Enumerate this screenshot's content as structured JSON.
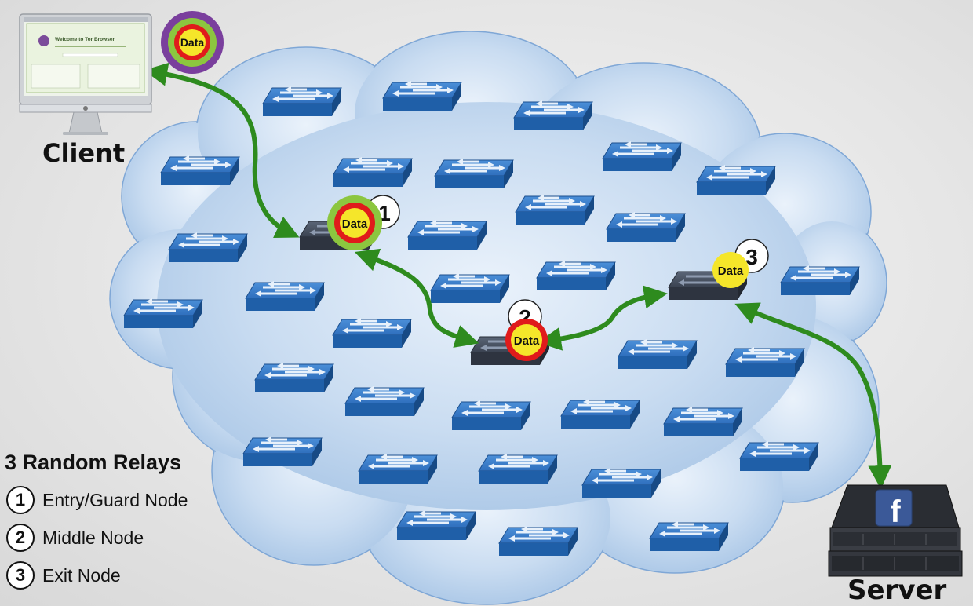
{
  "labels": {
    "client": "Client",
    "server": "Server"
  },
  "data_tag": "Data",
  "relays": [
    {
      "number": "1",
      "name": "Entry/Guard Node"
    },
    {
      "number": "2",
      "name": "Middle Node"
    },
    {
      "number": "3",
      "name": "Exit Node"
    }
  ],
  "legend_title": "3 Random Relays",
  "browser_window": {
    "title": "Welcome to Tor Browser"
  },
  "server_logo": "f",
  "colors": {
    "arrow": "#2e8b1e",
    "switch_blue": "#2a72c4",
    "switch_dark": "#3c4452",
    "onion_purple": "#7a3f9d",
    "onion_green": "#8cc63f",
    "onion_red": "#e01b1b",
    "data_yellow": "#f5e62a",
    "facebook_blue": "#3b5998"
  }
}
